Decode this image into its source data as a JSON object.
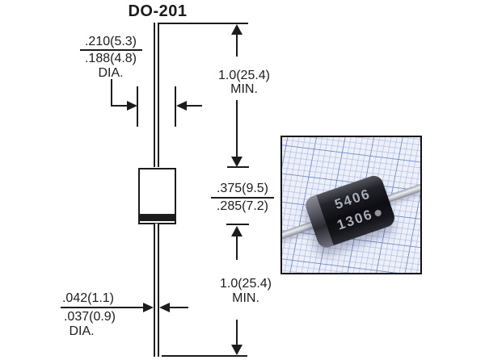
{
  "title": "DO-201",
  "dims": {
    "body_dia": {
      "max": ".210(5.3)",
      "min": ".188(4.8)",
      "label": "DIA."
    },
    "lead_top": {
      "value": "1.0(25.4)",
      "qualifier": "MIN."
    },
    "body_len": {
      "max": ".375(9.5)",
      "min": ".285(7.2)"
    },
    "lead_bottom": {
      "value": "1.0(25.4)",
      "qualifier": "MIN."
    },
    "lead_dia": {
      "max": ".042(1.1)",
      "min": ".037(0.9)",
      "label": "DIA."
    }
  },
  "photo": {
    "marking_top": "5406",
    "marking_bottom": "1306",
    "colors": {
      "paper": "#edf0f8",
      "grid_fine": "#8fa6d9",
      "grid_heavy": "#6885c6",
      "diode_body": "#0d0d12",
      "lead": "#c6cbd1",
      "marking_text": "#a9afba"
    }
  },
  "drawing": {
    "line_color": "#1c1c1c",
    "background": "#ffffff"
  }
}
